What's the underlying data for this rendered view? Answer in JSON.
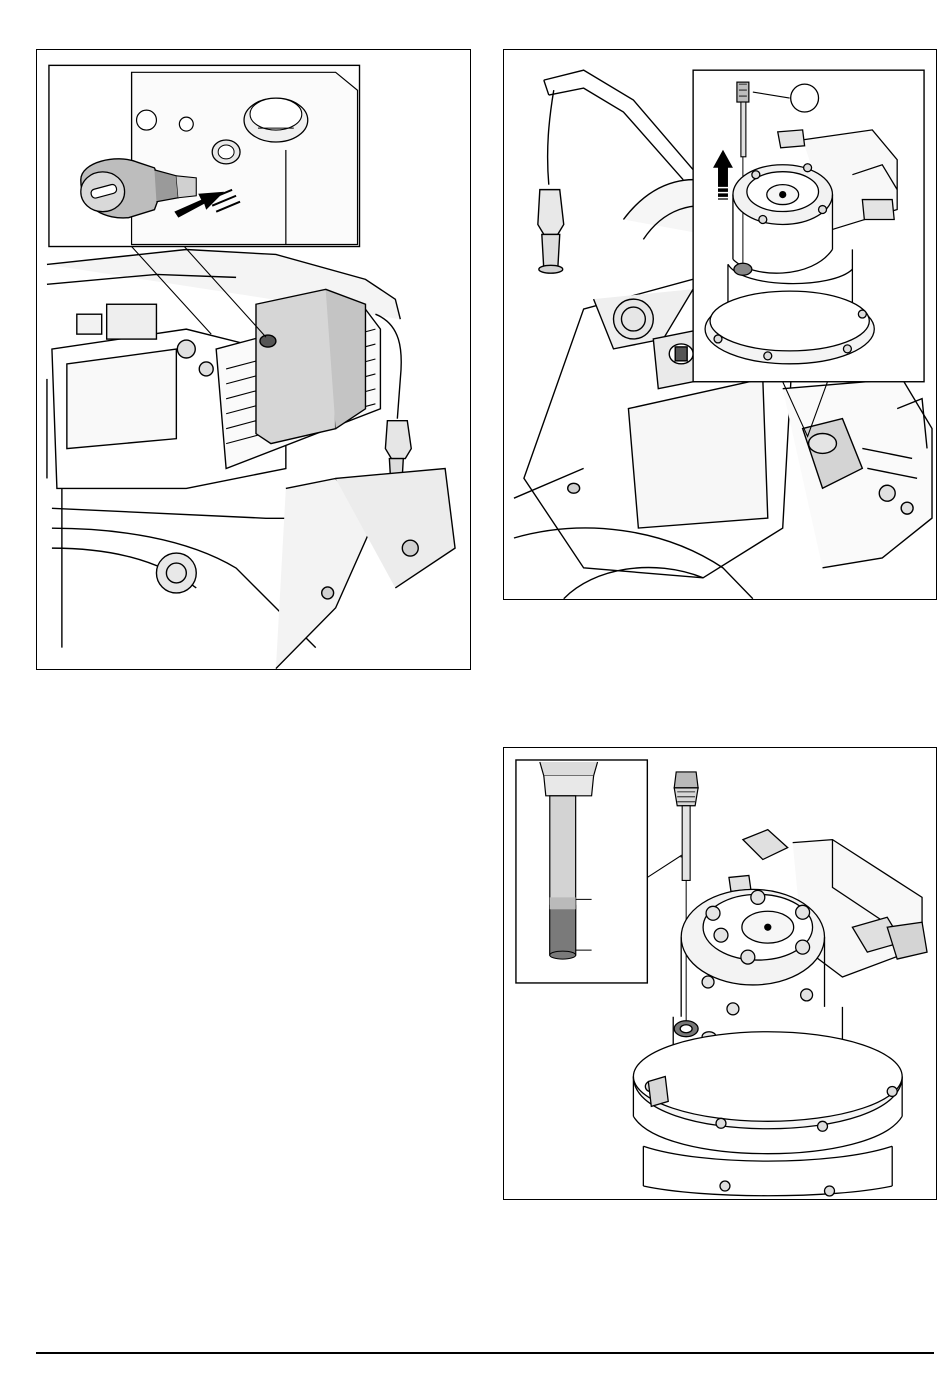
{
  "page": {
    "figures": [
      {
        "id": "fig-1",
        "caption": "",
        "callouts": []
      },
      {
        "id": "fig-2",
        "caption": "",
        "callouts": []
      },
      {
        "id": "fig-3",
        "caption": "",
        "callouts": []
      }
    ]
  },
  "colors": {
    "line": "#000000",
    "metal_light": "#e6e6e6",
    "metal_mid": "#c8c8c8",
    "metal_dark": "#8a8a8a",
    "sight_glass": "#7a7a7a"
  },
  "icons": {
    "fig1_arrow": "arrow-left-icon",
    "fig2_arrow": "arrow-up-icon",
    "fig2_callout": "callout-circle-icon"
  }
}
